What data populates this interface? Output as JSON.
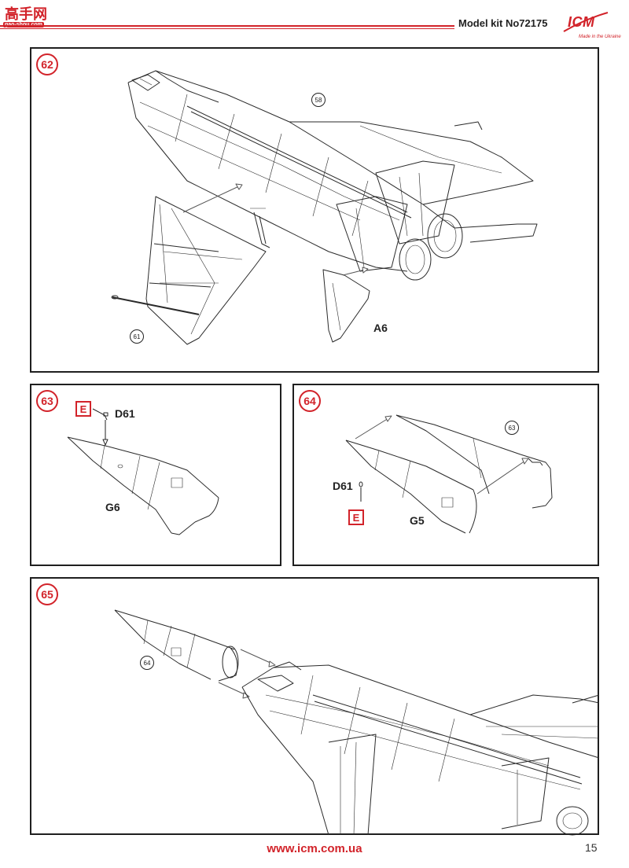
{
  "watermark": {
    "title": "高手网",
    "url": "gao-shou.com"
  },
  "header": {
    "title": "Model kit No72175",
    "logo": "ICM",
    "slogan": "Made in the Ukraine",
    "accent_color": "#d2232a"
  },
  "steps": [
    {
      "number": "62",
      "refs": [
        "58",
        "61"
      ],
      "parts": [
        "A6"
      ]
    },
    {
      "number": "63",
      "marker": "E",
      "parts": [
        "D61",
        "G6"
      ]
    },
    {
      "number": "64",
      "marker": "E",
      "refs": [
        "63"
      ],
      "parts": [
        "D61",
        "G5"
      ]
    },
    {
      "number": "65",
      "refs": [
        "64"
      ]
    }
  ],
  "footer": {
    "url": "www.icm.com.ua",
    "page": "15"
  }
}
